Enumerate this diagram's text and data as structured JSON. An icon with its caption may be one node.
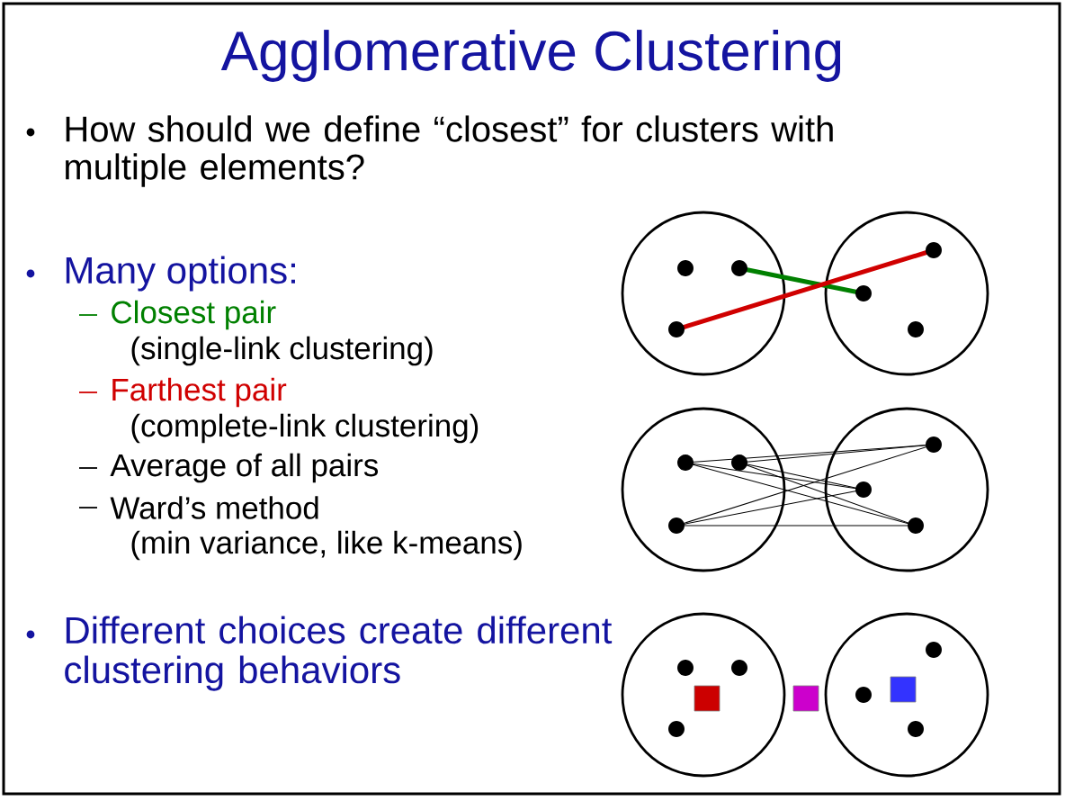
{
  "diagram": {
    "title": "Agglomerative Clustering",
    "labels": [
      "How should we define “closest” for clusters with multiple elements?",
      "Many options:",
      "Closest pair",
      "(single-link clustering)",
      "Farthest pair",
      "(complete-link clustering)",
      "Average of all pairs",
      "Ward’s method",
      "(min variance, like k-means)",
      "Different choices create different clustering behaviors"
    ]
  }
}
